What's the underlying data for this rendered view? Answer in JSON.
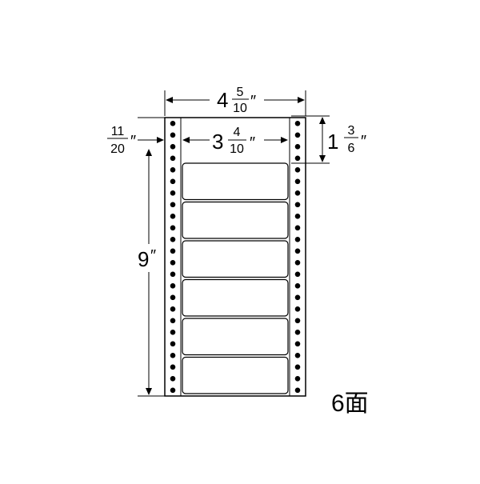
{
  "sheet": {
    "label_count": 6,
    "holes_per_side": 24
  },
  "dimensions": {
    "sheet_width": {
      "whole": "4",
      "numerator": "5",
      "denominator": "10",
      "mark": "″"
    },
    "label_width": {
      "whole": "3",
      "numerator": "4",
      "denominator": "10",
      "mark": "″"
    },
    "label_height": {
      "whole": "1",
      "numerator": "3",
      "denominator": "6",
      "mark": "″"
    },
    "top_margin": {
      "numerator": "11",
      "denominator": "20",
      "mark": "″"
    },
    "sheet_height": {
      "whole": "9",
      "mark": "″"
    }
  },
  "face_count_label": "6面",
  "colors": {
    "line": "#000000",
    "background": "#ffffff"
  }
}
